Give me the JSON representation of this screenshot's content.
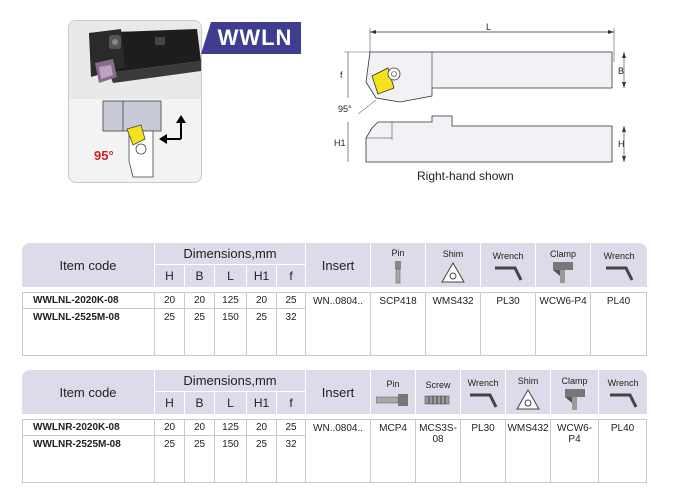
{
  "product": {
    "series": "WWLN",
    "approach_angle_label": "95°"
  },
  "drawing": {
    "length_label": "L",
    "height_label_b": "B",
    "height_label_h": "H",
    "f_label": "f",
    "h1_label": "H1",
    "angle_label": "95°",
    "caption": "Right-hand shown"
  },
  "table_left": {
    "headers": {
      "item_code": "Item code",
      "dimensions": "Dimensions,mm",
      "dim_cols": [
        "H",
        "B",
        "L",
        "H1",
        "f"
      ],
      "insert": "Insert",
      "accessories": [
        "Pin",
        "Shim",
        "Wrench",
        "Clamp",
        "Wrench"
      ]
    },
    "rows": [
      {
        "code": "WWLNL-2020K-08",
        "dims": [
          "20",
          "20",
          "125",
          "20",
          "25"
        ]
      },
      {
        "code": "WWLNL-2525M-08",
        "dims": [
          "25",
          "25",
          "150",
          "25",
          "32"
        ]
      }
    ],
    "insert": "WN..0804..",
    "accessory_values": [
      "SCP418",
      "WMS432",
      "PL30",
      "WCW6-P4",
      "PL40"
    ]
  },
  "table_right": {
    "headers": {
      "item_code": "Item code",
      "dimensions": "Dimensions,mm",
      "dim_cols": [
        "H",
        "B",
        "L",
        "H1",
        "f"
      ],
      "insert": "Insert",
      "accessories": [
        "Pin",
        "Screw",
        "Wrench",
        "Shim",
        "Clamp",
        "Wrench"
      ]
    },
    "rows": [
      {
        "code": "WWLNR-2020K-08",
        "dims": [
          "20",
          "20",
          "125",
          "20",
          "25"
        ]
      },
      {
        "code": "WWLNR-2525M-08",
        "dims": [
          "25",
          "25",
          "150",
          "25",
          "32"
        ]
      }
    ],
    "insert": "WN..0804..",
    "accessory_values": [
      "MCP4",
      "MCS3S-08",
      "PL30",
      "WMS432",
      "WCW6-P4",
      "PL40"
    ]
  },
  "colors": {
    "badge": "#3f3d8f",
    "header_bg": "#dcdbe9",
    "insert_yellow": "#f4e21c",
    "angle_red": "#d42020"
  }
}
